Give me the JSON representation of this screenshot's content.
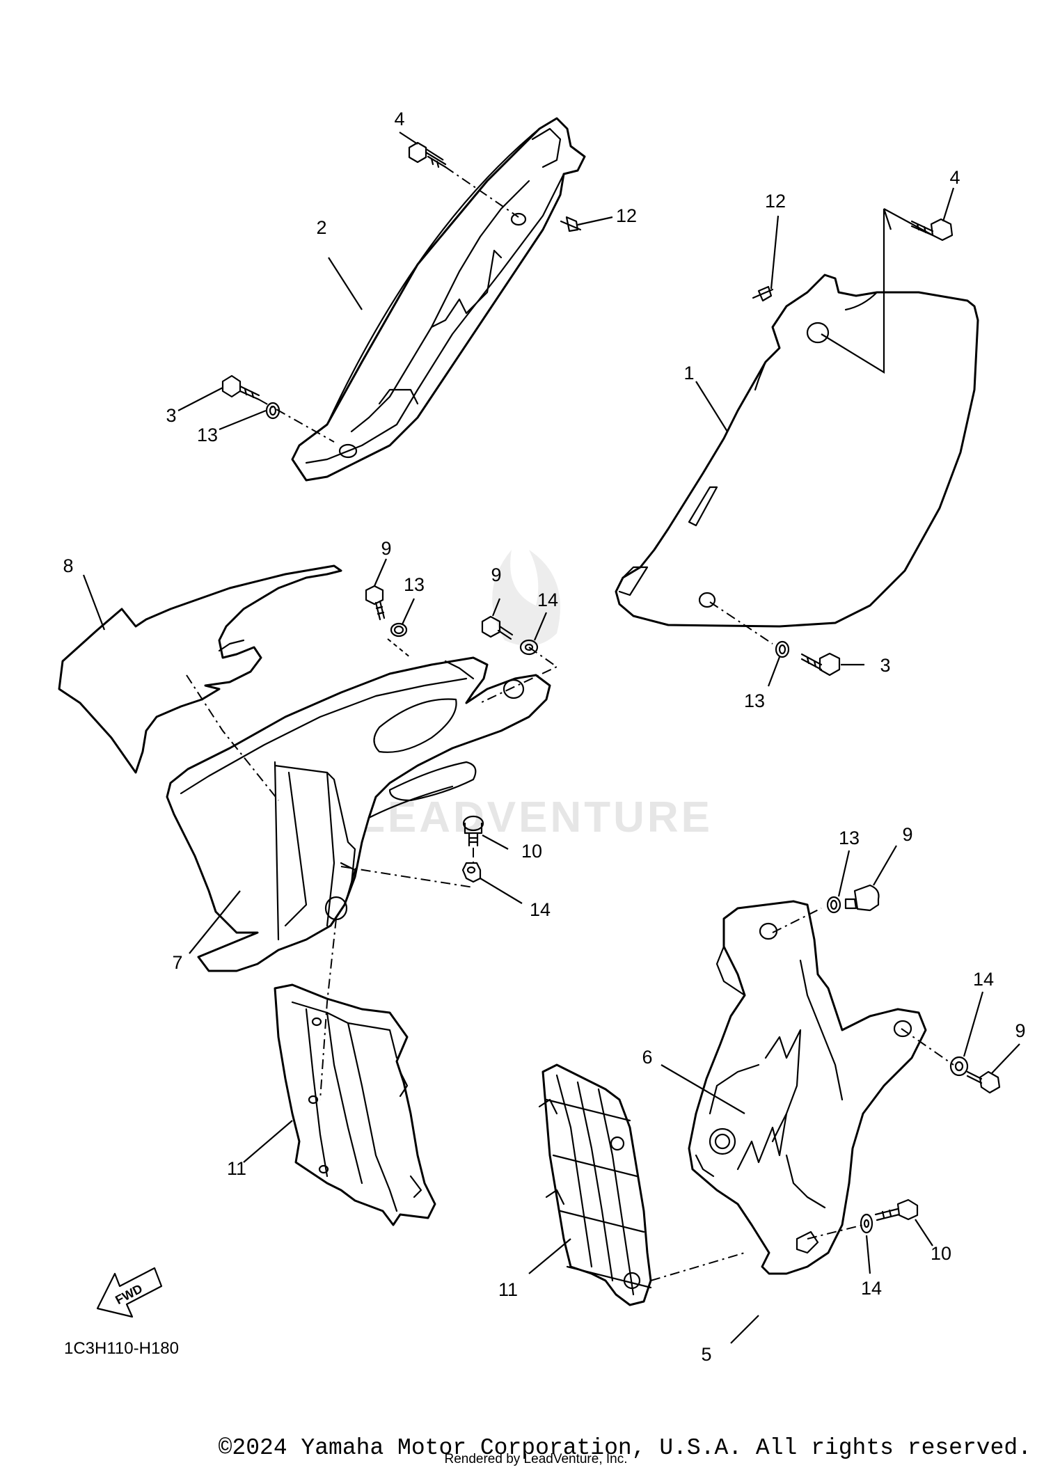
{
  "callouts": {
    "c1": "1",
    "c2": "2",
    "c3a": "3",
    "c3b": "3",
    "c4a": "4",
    "c4b": "4",
    "c5": "5",
    "c6": "6",
    "c7": "7",
    "c8": "8",
    "c9a": "9",
    "c9b": "9",
    "c9c": "9",
    "c9d": "9",
    "c10a": "10",
    "c10b": "10",
    "c11a": "11",
    "c11b": "11",
    "c12a": "12",
    "c12b": "12",
    "c13a": "13",
    "c13b": "13",
    "c13c": "13",
    "c13d": "13",
    "c14a": "14",
    "c14b": "14",
    "c14c": "14",
    "c14d": "14"
  },
  "diagram_code": "1C3H110-H180",
  "fwd_label": "FWD",
  "watermark": "LEADVENTURE",
  "copyright": "©2024 Yamaha Motor Corporation, U.S.A. All rights reserved.",
  "rendered_by": "Rendered by LeadVenture, Inc."
}
